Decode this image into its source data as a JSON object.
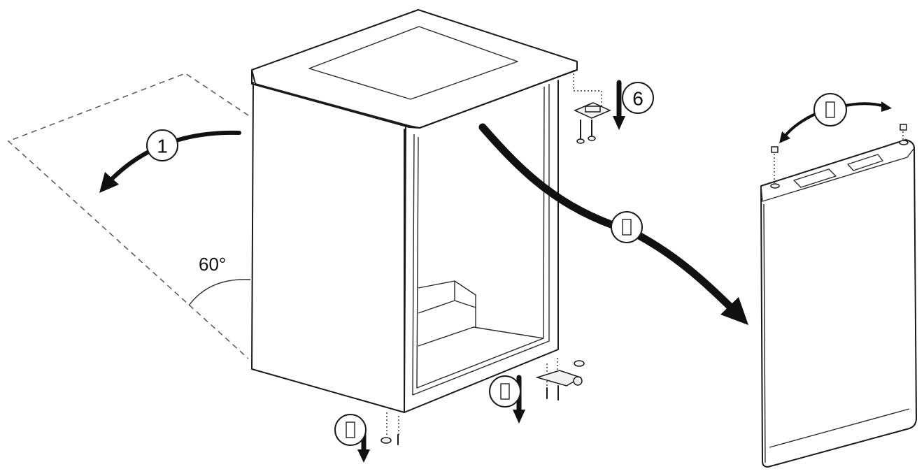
{
  "steps": {
    "step_1": "1",
    "step_6": "6"
  },
  "angle_label": "60°",
  "colors": {
    "line": "#1a1a1a",
    "arrow": "#111111",
    "background": "#ffffff"
  },
  "icons": {
    "unreadable_step_badges": "empty-box-glyph",
    "screw": "screw-icon",
    "hinge": "hinge-icon"
  }
}
